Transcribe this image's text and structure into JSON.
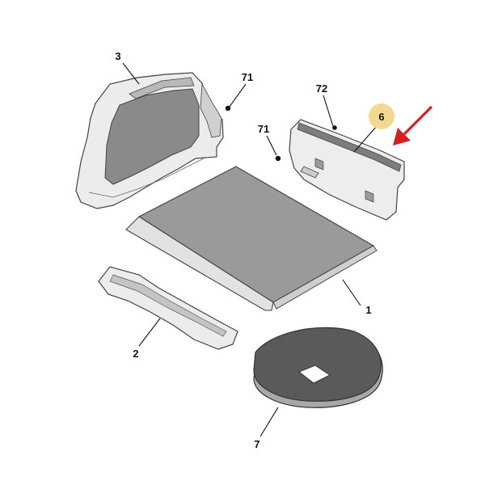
{
  "diagram": {
    "callouts": {
      "part_3": "3",
      "part_71_upper": "71",
      "part_72": "72",
      "part_6": "6",
      "part_71_lower": "71",
      "part_1": "1",
      "part_2": "2",
      "part_7": "7"
    },
    "highlight_color": "#f5d890",
    "arrow_color": "#d42020",
    "part_fill_color": "#9a9a9a",
    "part_light_color": "#e6e6e6",
    "part_outline_color": "#444444"
  }
}
